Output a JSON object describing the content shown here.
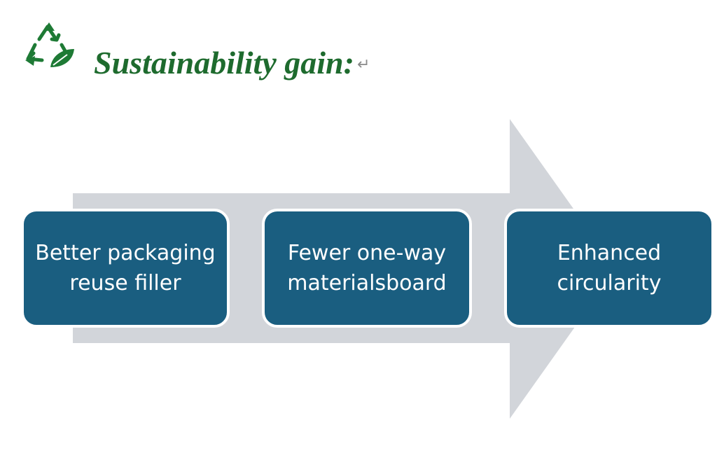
{
  "header": {
    "icon": "recycle-leaf-icon",
    "title": "Sustainability gain:",
    "return_mark": "↵"
  },
  "diagram": {
    "arrow_color": "#d2d5da",
    "box_color": "#1a5e80",
    "title_color": "#1e6b2e",
    "steps": [
      {
        "label": "Better packaging reuse filler"
      },
      {
        "label": "Fewer one-way materialsboard"
      },
      {
        "label": "Enhanced circularity"
      }
    ]
  }
}
